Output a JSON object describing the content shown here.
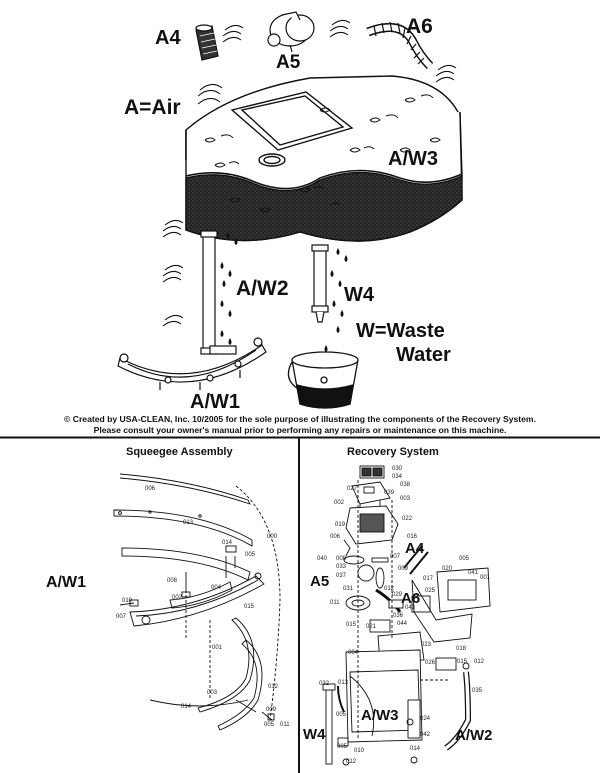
{
  "top_diagram": {
    "labels": {
      "a4": "A4",
      "a5": "A5",
      "a6": "A6",
      "air_key": "A=Air",
      "aw3": "A/W3",
      "aw2": "A/W2",
      "w4": "W4",
      "waste_key_line1": "W=Waste",
      "waste_key_line2": "Water",
      "aw1": "A/W1"
    }
  },
  "credit": {
    "line1": "© Created by USA-CLEAN, Inc. 10/2005 for the sole purpose of illustrating the components of the Recovery System.",
    "line2": "Please consult your owner's manual prior to performing any repairs or maintenance on this machine."
  },
  "squeegee_assembly": {
    "title": "Squeegee Assembly",
    "big_label": "A/W1",
    "part_numbers": {
      "p006": "006",
      "p013": "013",
      "p000": "000",
      "p014a": "014",
      "p005": "005",
      "p008": "008",
      "p004": "004",
      "p002": "002",
      "p010": "010",
      "p015": "015",
      "p007": "007",
      "p001": "001",
      "p003": "003",
      "p012": "012",
      "p014b": "014",
      "p009": "009",
      "p005b": "005",
      "p011": "011"
    }
  },
  "recovery_system": {
    "title": "Recovery System",
    "big_labels": {
      "a4": "A4",
      "a5": "A5",
      "a6": "A6",
      "aw3": "A/W3",
      "w4": "W4",
      "aw2": "A/W2"
    },
    "part_numbers": {
      "p030": "030",
      "p034": "034",
      "p038": "038",
      "p027": "027",
      "p039": "039",
      "p003": "003",
      "p002": "002",
      "p022": "022",
      "p019": "019",
      "p016": "016",
      "p006": "006",
      "p040": "040",
      "p008": "008",
      "p007": "007",
      "p033": "033",
      "p009": "009",
      "p037": "037",
      "p031": "031",
      "p029": "029",
      "p011": "011",
      "p012": "012",
      "p043": "043",
      "p036": "036",
      "p044": "044",
      "p025": "025",
      "p005": "005",
      "p020": "020",
      "p041": "041",
      "p001": "001",
      "p017": "017",
      "p018": "018",
      "p015": "015",
      "p021": "021",
      "p023": "023",
      "p004": "004",
      "p026": "026",
      "p015b": "015",
      "p012b": "012",
      "p032": "032",
      "p013": "013",
      "p035": "035",
      "p005b": "005",
      "p024": "024",
      "p042": "042",
      "p005c": "005",
      "p010": "010",
      "p014": "014",
      "p012c": "012"
    }
  }
}
